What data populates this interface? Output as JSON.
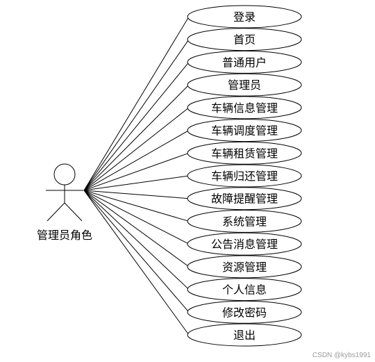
{
  "actor": {
    "label": "管理员角色"
  },
  "use_cases": [
    "登录",
    "首页",
    "普通用户",
    "管理员",
    "车辆信息管理",
    "车辆调度管理",
    "车辆租赁管理",
    "车辆归还管理",
    "故障提醒管理",
    "系统管理",
    "公告消息管理",
    "资源管理",
    "个人信息",
    "修改密码",
    "退出"
  ],
  "watermark": "CSDN @kybs1991",
  "colors": {
    "stroke": "#000000",
    "ellipse_fill": "#ffffff",
    "text": "#000000"
  }
}
